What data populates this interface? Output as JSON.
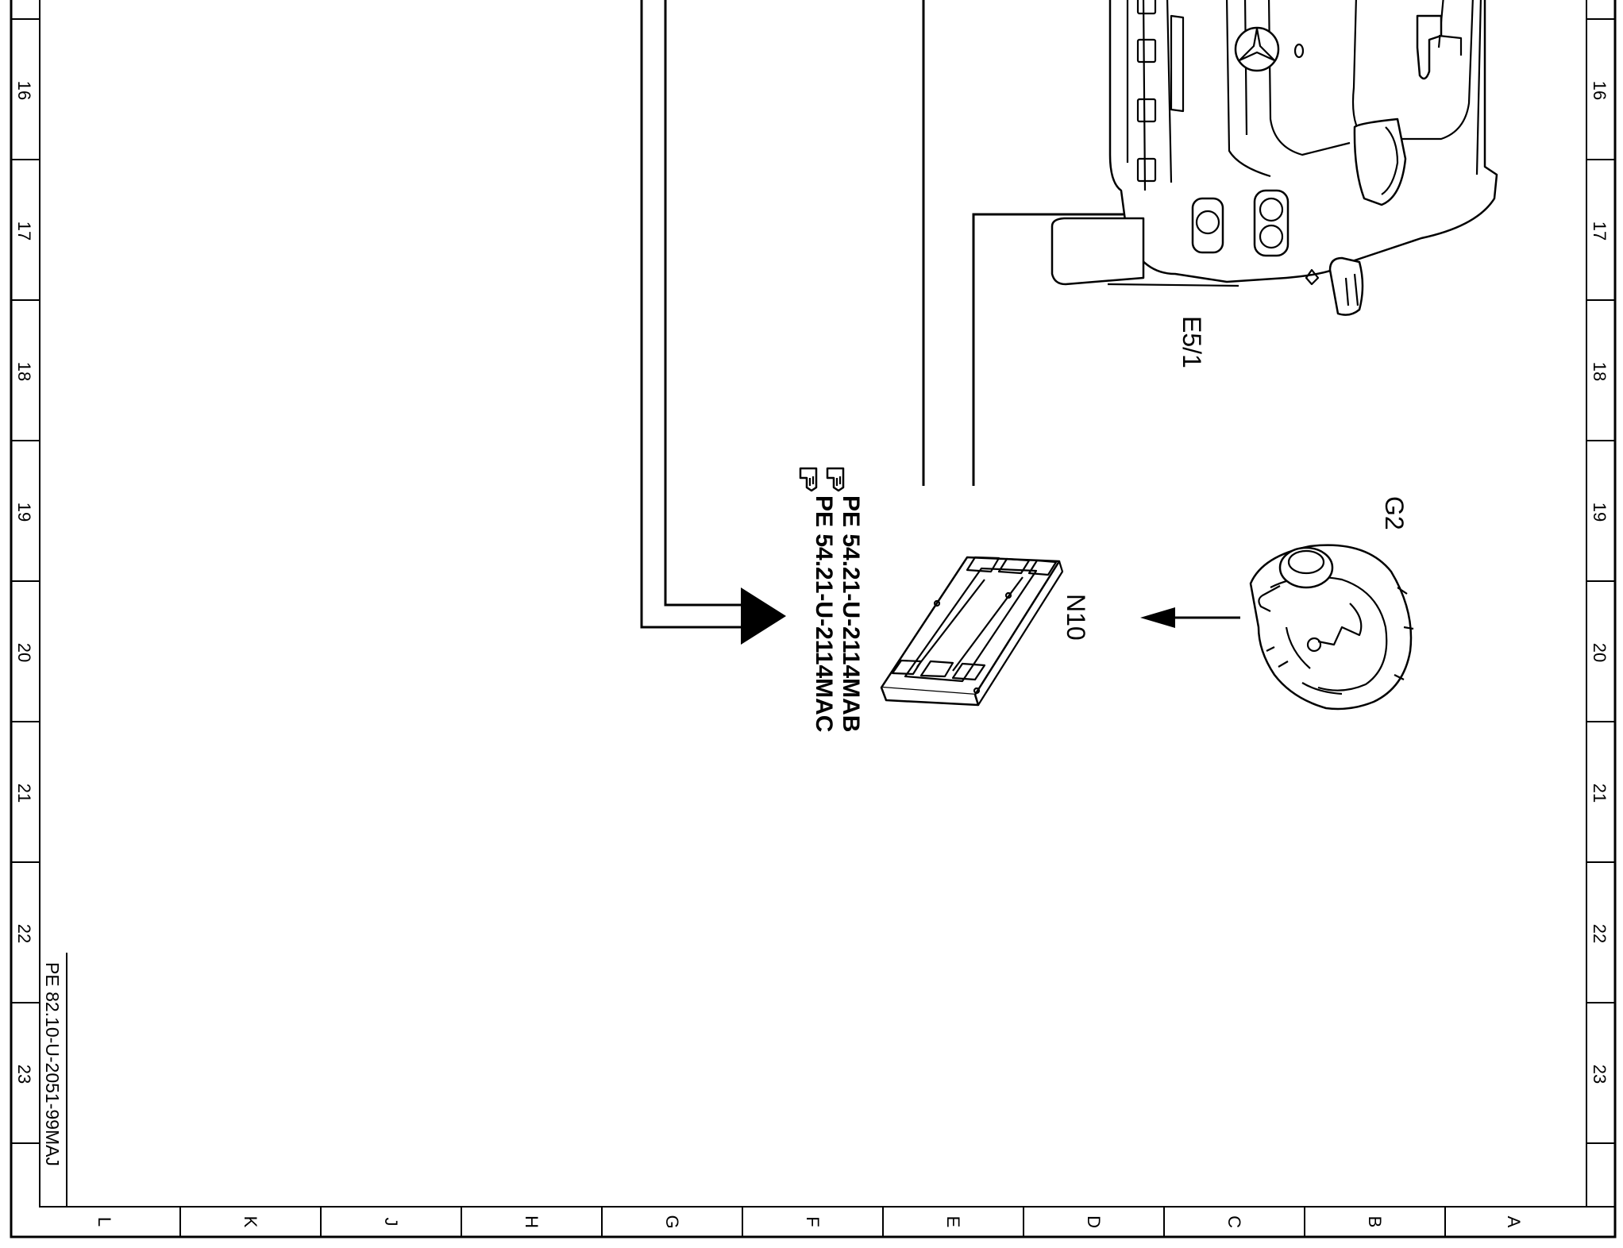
{
  "grid": {
    "row_labels": [
      "16",
      "17",
      "18",
      "19",
      "20",
      "21",
      "22",
      "23"
    ],
    "column_labels": [
      "L",
      "K",
      "J",
      "H",
      "G",
      "F",
      "E",
      "D",
      "C",
      "B",
      "A"
    ]
  },
  "components": {
    "e5_1": "E5/1",
    "g2": "G2",
    "n10": "N10"
  },
  "references": [
    {
      "icon": "pointing-hand-icon",
      "text": "PE  54.21-U-2114MAB"
    },
    {
      "icon": "pointing-hand-icon",
      "text": "PE  54.21-U-2114MAC"
    }
  ],
  "document_id": "PE 82.10-U-2051-99MAJ"
}
